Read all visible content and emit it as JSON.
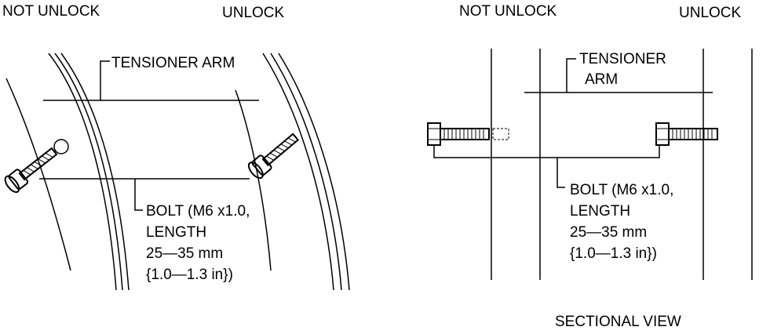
{
  "left": {
    "not_unlock": "NOT UNLOCK",
    "unlock": "UNLOCK",
    "tensioner_arm": "TENSIONER ARM",
    "bolt_line1": "BOLT (M6 x1.0,",
    "bolt_line2": "LENGTH",
    "bolt_line3": "25—35 mm",
    "bolt_line4": "{1.0—1.3 in})"
  },
  "right": {
    "not_unlock": "NOT UNLOCK",
    "unlock": "UNLOCK",
    "tensioner_line1": "TENSIONER",
    "tensioner_line2": "ARM",
    "bolt_line1": "BOLT (M6 x1.0,",
    "bolt_line2": "LENGTH",
    "bolt_line3": "25—35 mm",
    "bolt_line4": "{1.0—1.3 in})",
    "sectional_view": "SECTIONAL VIEW"
  }
}
